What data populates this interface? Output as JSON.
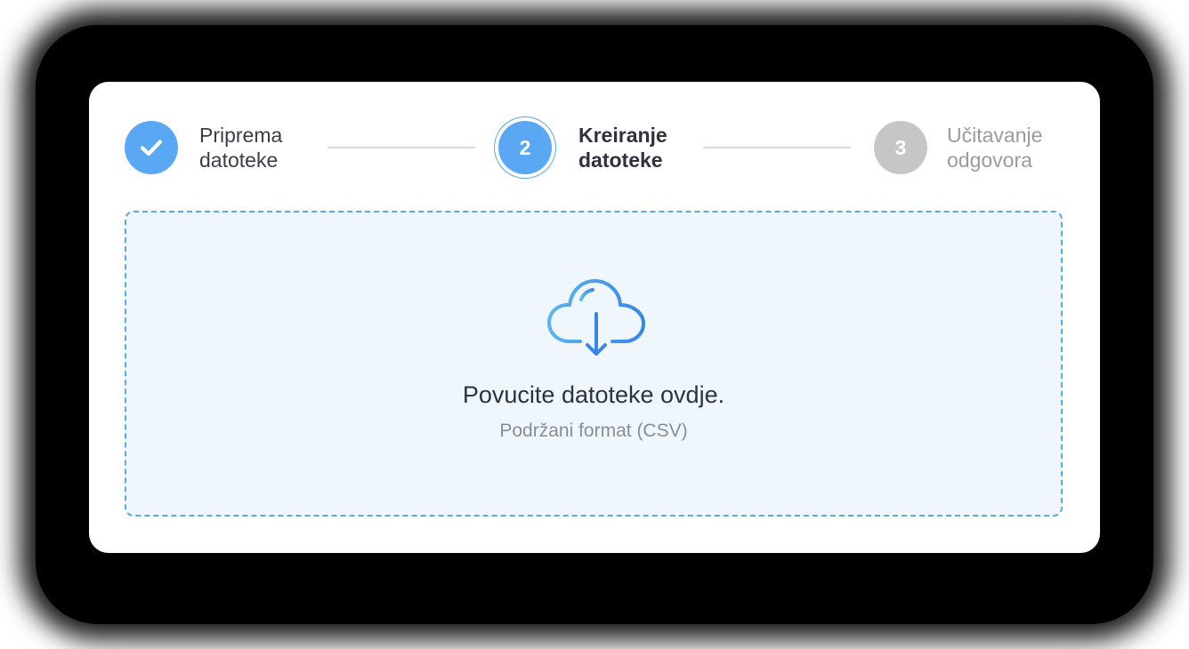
{
  "stepper": {
    "steps": [
      {
        "label": "Priprema\ndatoteke",
        "state": "done",
        "icon": "checkmark-icon"
      },
      {
        "label": "Kreiranje\ndatoteke",
        "number": "2",
        "state": "active"
      },
      {
        "label": "Učitavanje\nodgovora",
        "number": "3",
        "state": "pending"
      }
    ]
  },
  "dropzone": {
    "icon": "cloud-download-icon",
    "title": "Povucite datoteke ovdje.",
    "subtitle": "Podržani format (CSV)"
  },
  "colors": {
    "accent": "#5aa8f4",
    "pending": "#c6c6c6",
    "dropzone_bg": "#eff7fd",
    "dropzone_border": "#5aa8e6"
  }
}
